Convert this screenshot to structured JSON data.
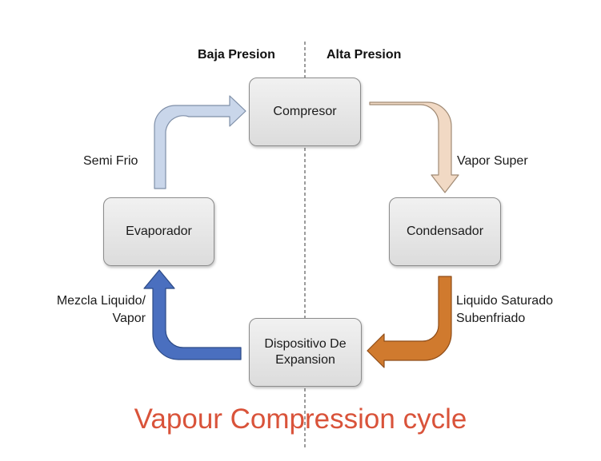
{
  "regions": {
    "left": "Baja Presion",
    "right": "Alta Presion"
  },
  "components": {
    "compressor": "Compresor",
    "condenser": "Condensador",
    "expansion_line1": "Dispositivo De",
    "expansion_line2": "Expansion",
    "evaporator": "Evaporador"
  },
  "flow_labels": {
    "compressor_to_condenser": "Vapor Super",
    "condenser_to_expansion_line1": "Liquido Saturado",
    "condenser_to_expansion_line2": "Subenfriado",
    "expansion_to_evaporator_line1": "Mezcla Liquido/",
    "expansion_to_evaporator_line2": "Vapor",
    "evaporator_to_compressor": "Semi Frio"
  },
  "title": "Vapour Compression cycle",
  "colors": {
    "title": "#d9533a",
    "arrow_semi_frio": "#c9d6ea",
    "arrow_vapor_super": "#f1d9c4",
    "arrow_liquido": "#d07a2e",
    "arrow_mezcla": "#4a6fbf"
  }
}
